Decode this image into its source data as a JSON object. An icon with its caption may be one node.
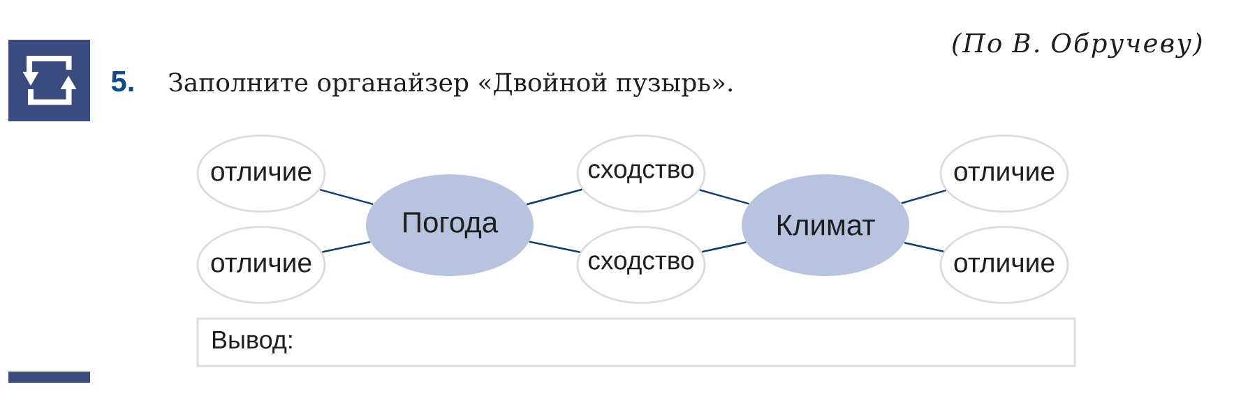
{
  "diagram": {
    "nodes": [
      {
        "text": [
          "отличие"
        ]
      },
      {
        "text": [
          "сходство"
        ]
      },
      {
        "text": [
          "отличие"
        ]
      },
      {
        "text": [
          "Погода"
        ]
      },
      {
        "text": [
          "Климат"
        ]
      },
      {
        "text": [
          "отличие"
        ]
      },
      {
        "text": [
          "сходство"
        ]
      },
      {
        "text": [
          "отличие"
        ]
      },
      {
        "text": [
          "Вывод:"
        ]
      },
      {
        "text": [],
        "shape": "bar"
      }
    ],
    "edges": [
      {
        "from": 0,
        "to": 3,
        "arrow": "none"
      },
      {
        "from": 3,
        "to": 1,
        "arrow": "none"
      },
      {
        "from": 1,
        "to": 4,
        "arrow": "none"
      },
      {
        "from": 4,
        "to": 2,
        "arrow": "none"
      },
      {
        "from": 5,
        "to": 3,
        "arrow": "none"
      },
      {
        "from": 3,
        "to": 6,
        "arrow": "none"
      },
      {
        "from": 6,
        "to": 4,
        "arrow": "none"
      },
      {
        "from": 4,
        "to": 7,
        "arrow": "none"
      }
    ],
    "labels": [
      "(По В. Обручеву)",
      "5.",
      "Заполните органайзер «Двойной пузырь»."
    ]
  }
}
